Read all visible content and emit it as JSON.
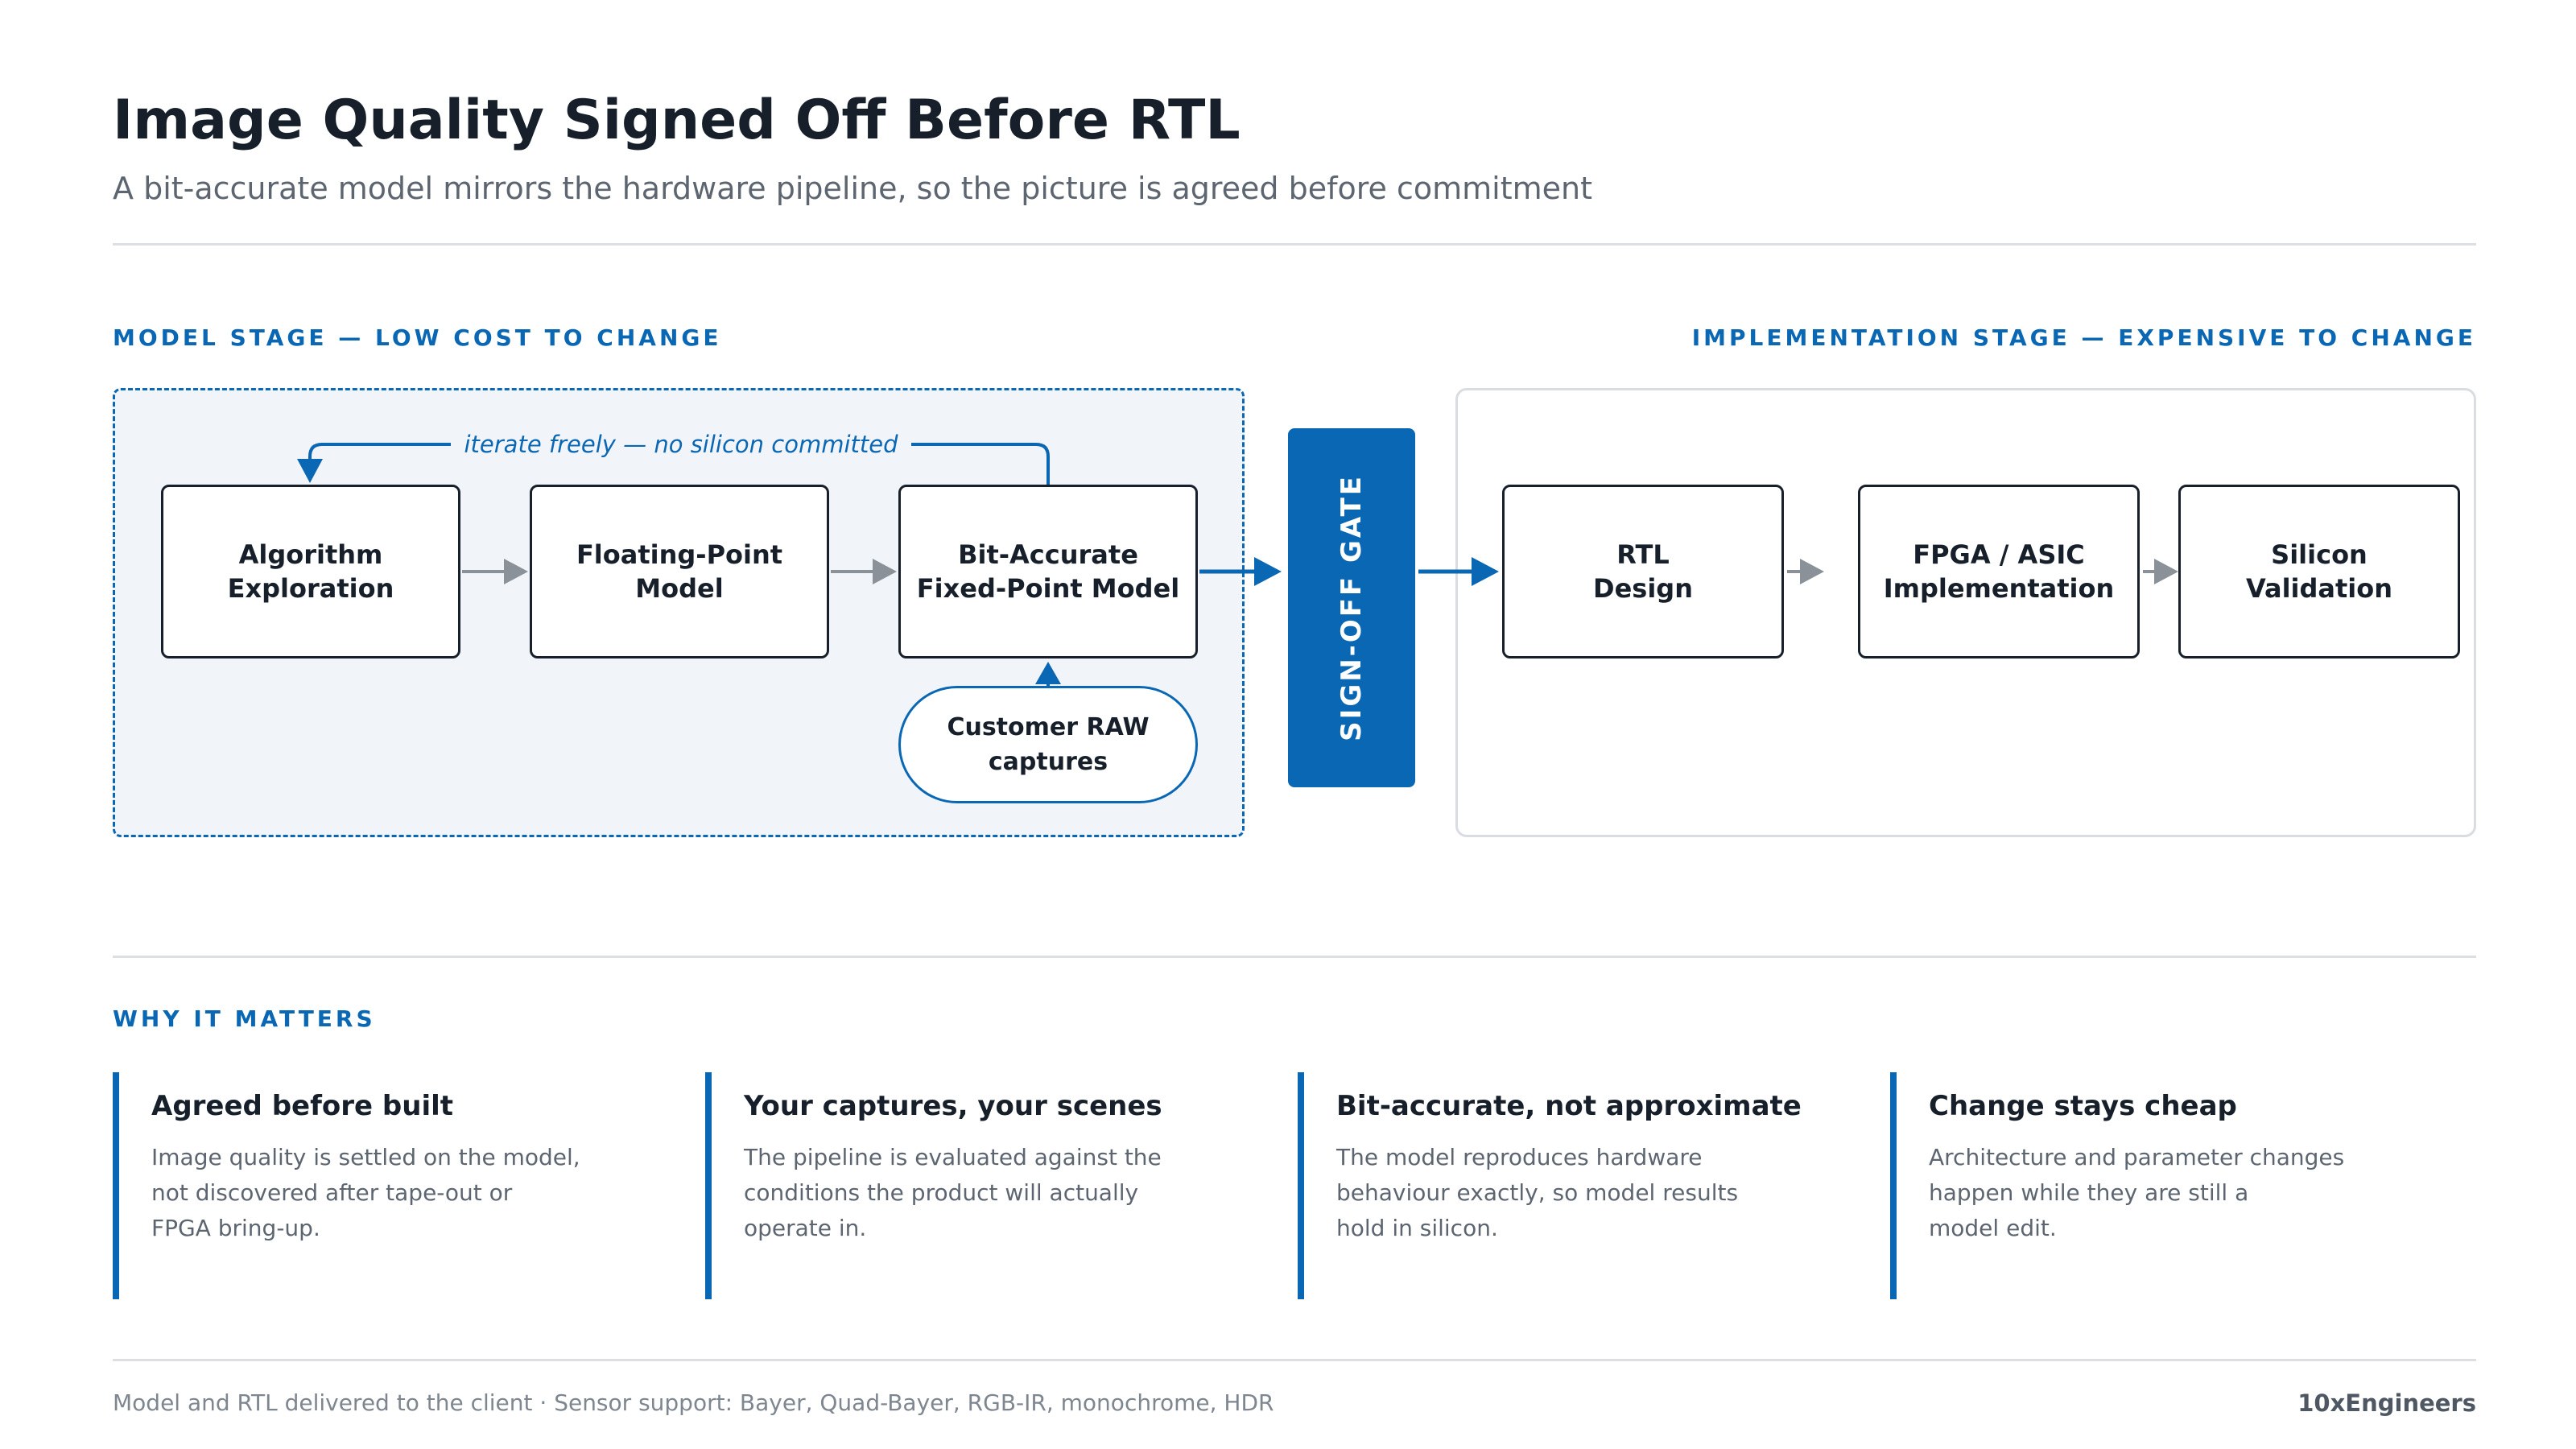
{
  "header": {
    "title": "Image Quality Signed Off Before RTL",
    "subtitle": "A bit-accurate model mirrors the hardware pipeline, so the picture is agreed before commitment"
  },
  "model_stage": {
    "label": "MODEL STAGE — LOW COST TO CHANGE",
    "loop_label": "iterate freely — no silicon committed",
    "nodes": [
      {
        "line1": "Algorithm",
        "line2": "Exploration"
      },
      {
        "line1": "Floating-Point",
        "line2": "Model"
      },
      {
        "line1": "Bit-Accurate",
        "line2": "Fixed-Point Model"
      }
    ],
    "input": {
      "line1": "Customer RAW",
      "line2": "captures"
    }
  },
  "gate": {
    "label": "SIGN-OFF GATE"
  },
  "implementation_stage": {
    "label": "IMPLEMENTATION STAGE — EXPENSIVE TO CHANGE",
    "nodes": [
      {
        "line1": "RTL",
        "line2": "Design"
      },
      {
        "line1": "FPGA / ASIC",
        "line2": "Implementation"
      },
      {
        "line1": "Silicon",
        "line2": "Validation"
      }
    ]
  },
  "why": {
    "label": "WHY IT MATTERS",
    "cards": [
      {
        "title": "Agreed before built",
        "lines": [
          "Image quality is settled on the model,",
          "not discovered after tape-out or",
          "FPGA bring-up."
        ]
      },
      {
        "title": "Your captures, your scenes",
        "lines": [
          "The pipeline is evaluated against the",
          "conditions the product will actually",
          "operate in."
        ]
      },
      {
        "title": "Bit-accurate, not approximate",
        "lines": [
          "The model reproduces hardware",
          "behaviour exactly, so model results",
          "hold in silicon."
        ]
      },
      {
        "title": "Change stays cheap",
        "lines": [
          "Architecture and parameter changes",
          "happen while they are still a",
          "model edit."
        ]
      }
    ]
  },
  "footer": {
    "note": "Model and RTL delivered to the client · Sensor support: Bayer, Quad-Bayer, RGB-IR, monochrome, HDR",
    "brand": "10xEngineers"
  },
  "colors": {
    "accent": "#0a67b4",
    "text": "#17202a",
    "muted": "#5d6670",
    "connector_gray": "#8a9199",
    "model_zone_fill": "#f1f5f9"
  }
}
